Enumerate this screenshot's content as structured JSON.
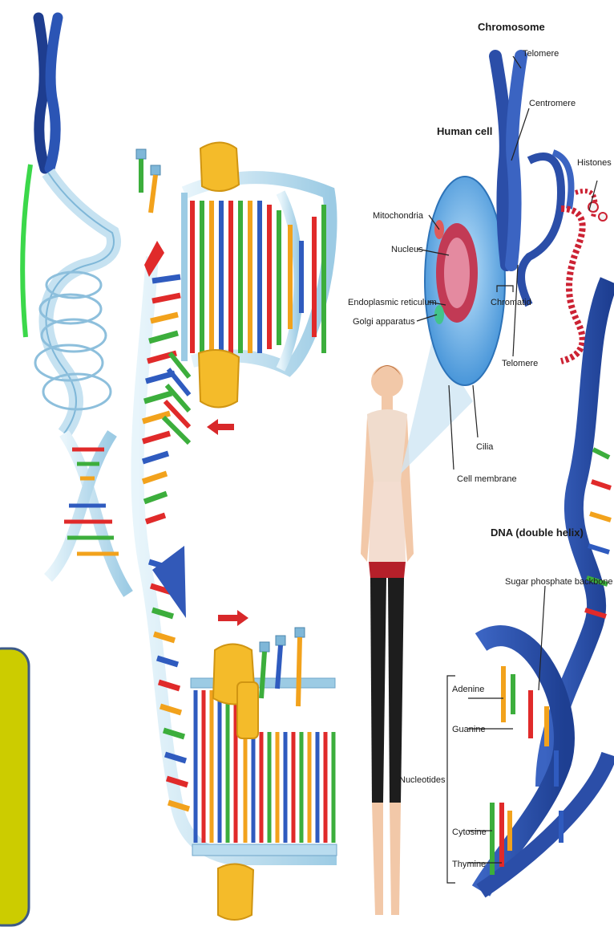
{
  "labels": {
    "chromosome": "Chromosome",
    "telomere_top": "Telomere",
    "centromere": "Centromere",
    "histones": "Histones",
    "human_cell": "Human cell",
    "mitochondria": "Mitochondria",
    "nucleus": "Nucleus",
    "endoplasmic_reticulum": "Endoplasmic reticulum",
    "golgi_apparatus": "Golgi apparatus",
    "chromatid": "Chromatid",
    "telomere_bottom": "Telomere",
    "cilia": "Cilia",
    "cell_membrane": "Cell membrane",
    "dna_double_helix": "DNA (double helix)",
    "sugar_phosphate_backbone": "Sugar phosphate backbone",
    "adenine": "Adenine",
    "guanine": "Guanine",
    "nucleotides": "Nucleotides",
    "cytosine": "Cytosine",
    "thymine": "Thymine"
  },
  "colors": {
    "adenine": "#e02a2a",
    "guanine": "#3cae3c",
    "cytosine": "#f2a21c",
    "thymine": "#2f5bbf",
    "backbone": "#b9dcef",
    "enzyme": "#f4bb2a",
    "callout_box": "#cccc00",
    "cell_blue": "#5aa9e6",
    "chromosome_blue": "#2b4ea8",
    "histone_red": "#cc2233"
  },
  "icons": {
    "left_chromosome": "chromosome-x-icon",
    "replication_arrow": "red-arrow-icon",
    "human_figure": "person-icon"
  }
}
